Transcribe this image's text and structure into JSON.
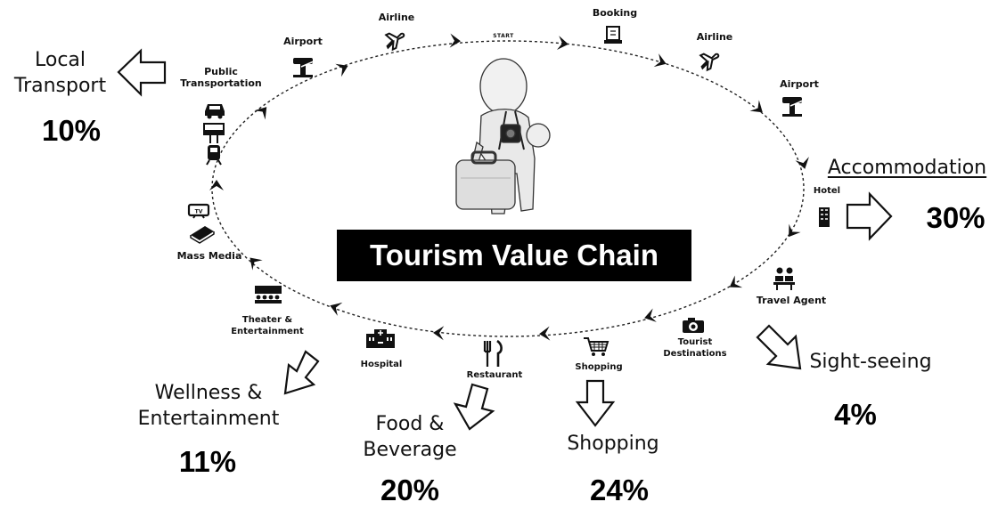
{
  "title": "Tourism Value Chain",
  "start_label": "START",
  "chain_nodes": {
    "booking": "Booking",
    "airline_right": "Airline",
    "airport_right": "Airport",
    "hotel": "Hotel",
    "travel_agent": "Travel Agent",
    "tourist_destinations": "Tourist Destinations",
    "shopping": "Shopping",
    "restaurant": "Restaurant",
    "hospital": "Hospital",
    "theater": "Theater & Entertainment",
    "mass_media": "Mass Media",
    "public_transportation": "Public Transportation",
    "airport_left": "Airport",
    "airline_left": "Airline"
  },
  "sectors": {
    "local_transport": {
      "label": "Local Transport",
      "percent": "10%"
    },
    "accommodation": {
      "label": "Accommodation",
      "percent": "30%"
    },
    "sightseeing": {
      "label": "Sight-seeing",
      "percent": "4%"
    },
    "shopping": {
      "label": "Shopping",
      "percent": "24%"
    },
    "food_beverage": {
      "label": "Food & Beverage",
      "percent": "20%"
    },
    "wellness": {
      "label": "Wellness & Entertainment",
      "percent": "11%"
    }
  },
  "icon_names": [
    "airplane-icon",
    "control-tower-icon",
    "laptop-icon",
    "hotel-icon",
    "travel-agent-icon",
    "camera-icon",
    "cart-icon",
    "fork-knife-icon",
    "hospital-icon",
    "theater-icon",
    "tv-icon",
    "book-icon",
    "car-icon",
    "bus-icon",
    "train-icon",
    "traveler-figure"
  ]
}
